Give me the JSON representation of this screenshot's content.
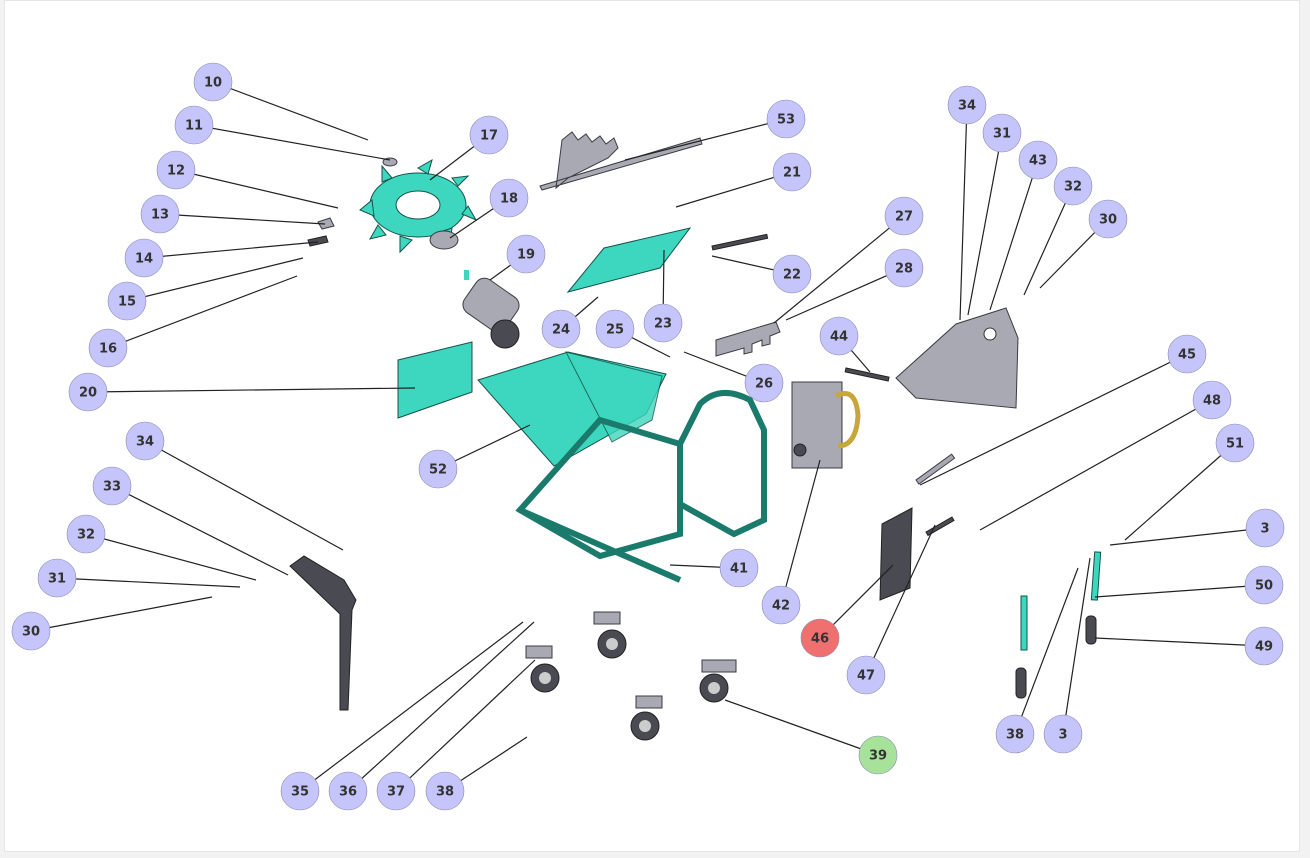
{
  "colors": {
    "callout_default": "#c5c5fb",
    "callout_highlight_red": "#f07070",
    "callout_highlight_green": "#a6e29a",
    "part_teal": "#3dd6be",
    "part_grey": "#a9a9b3"
  },
  "callouts": [
    {
      "label": "10",
      "state": "default"
    },
    {
      "label": "11",
      "state": "default"
    },
    {
      "label": "12",
      "state": "default"
    },
    {
      "label": "13",
      "state": "default"
    },
    {
      "label": "14",
      "state": "default"
    },
    {
      "label": "15",
      "state": "default"
    },
    {
      "label": "16",
      "state": "default"
    },
    {
      "label": "17",
      "state": "default"
    },
    {
      "label": "18",
      "state": "default"
    },
    {
      "label": "19",
      "state": "default"
    },
    {
      "label": "20",
      "state": "default"
    },
    {
      "label": "21",
      "state": "default"
    },
    {
      "label": "22",
      "state": "default"
    },
    {
      "label": "23",
      "state": "default"
    },
    {
      "label": "24",
      "state": "default"
    },
    {
      "label": "25",
      "state": "default"
    },
    {
      "label": "26",
      "state": "default"
    },
    {
      "label": "27",
      "state": "default"
    },
    {
      "label": "28",
      "state": "default"
    },
    {
      "label": "34",
      "state": "default"
    },
    {
      "label": "31",
      "state": "default"
    },
    {
      "label": "43",
      "state": "default"
    },
    {
      "label": "32",
      "state": "default"
    },
    {
      "label": "30",
      "state": "default"
    },
    {
      "label": "44",
      "state": "default"
    },
    {
      "label": "45",
      "state": "default"
    },
    {
      "label": "48",
      "state": "default"
    },
    {
      "label": "51",
      "state": "default"
    },
    {
      "label": "3",
      "state": "default"
    },
    {
      "label": "50",
      "state": "default"
    },
    {
      "label": "49",
      "state": "default"
    },
    {
      "label": "38",
      "state": "default"
    },
    {
      "label": "3",
      "state": "default"
    },
    {
      "label": "47",
      "state": "default"
    },
    {
      "label": "46",
      "state": "red"
    },
    {
      "label": "42",
      "state": "default"
    },
    {
      "label": "41",
      "state": "default"
    },
    {
      "label": "52",
      "state": "default"
    },
    {
      "label": "34",
      "state": "default"
    },
    {
      "label": "33",
      "state": "default"
    },
    {
      "label": "32",
      "state": "default"
    },
    {
      "label": "31",
      "state": "default"
    },
    {
      "label": "30",
      "state": "default"
    },
    {
      "label": "35",
      "state": "default"
    },
    {
      "label": "36",
      "state": "default"
    },
    {
      "label": "37",
      "state": "default"
    },
    {
      "label": "38",
      "state": "default"
    },
    {
      "label": "39",
      "state": "green"
    },
    {
      "label": "53",
      "state": "default"
    }
  ]
}
